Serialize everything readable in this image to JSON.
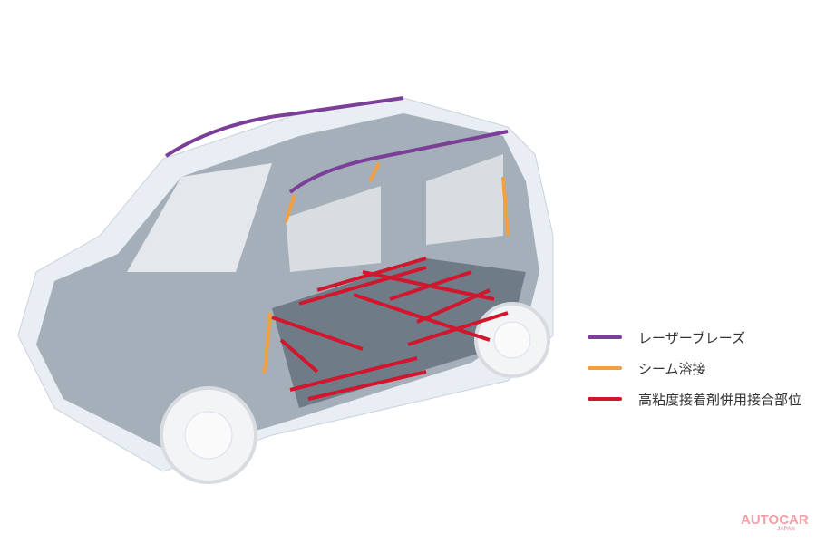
{
  "legend": [
    {
      "label": "レーザーブレーズ",
      "color": "#7b3f98"
    },
    {
      "label": "シーム溶接",
      "color": "#f0a040"
    },
    {
      "label": "高粘度接着剤併用接合部位",
      "color": "#d0172e"
    }
  ],
  "watermark": {
    "brand": "AUTOCAR",
    "sub": "JAPAN"
  }
}
